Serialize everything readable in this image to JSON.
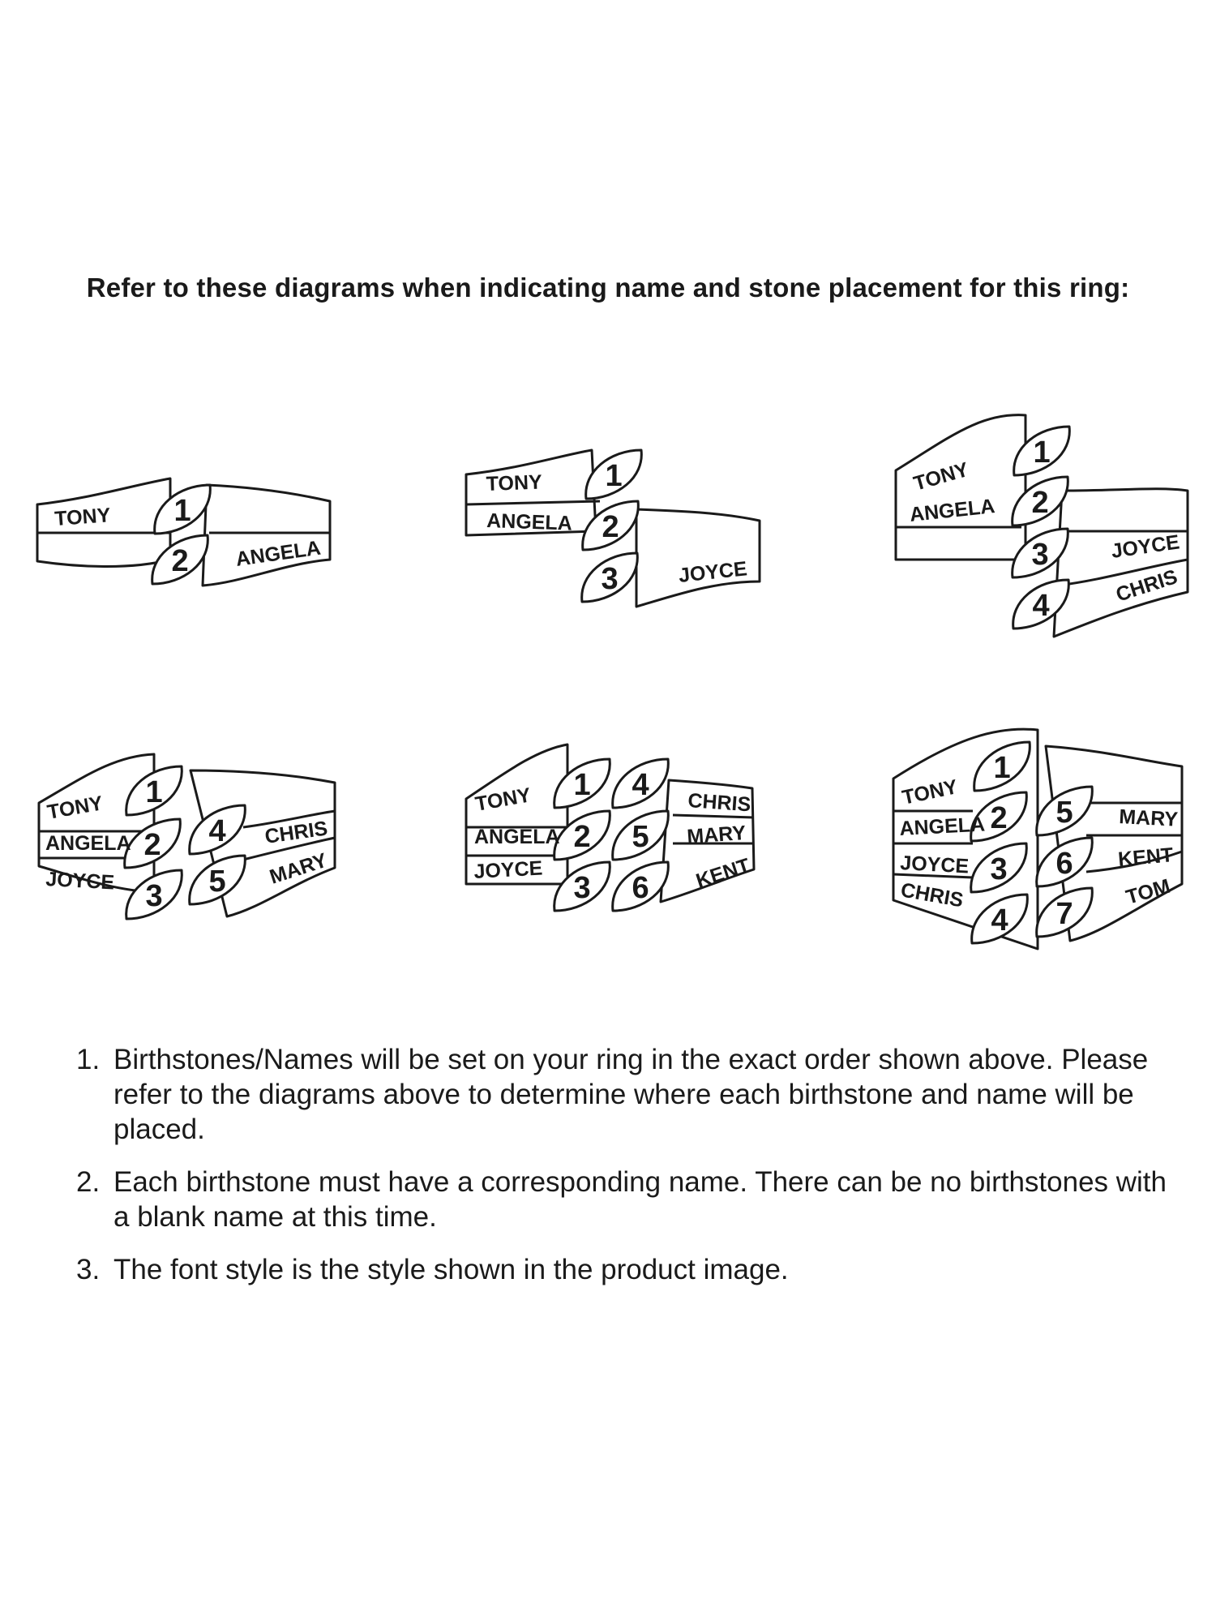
{
  "heading": "Refer to these diagrams when indicating name and stone placement for this ring:",
  "colors": {
    "ink": "#1a1a1a",
    "background": "#ffffff"
  },
  "diagrams": [
    {
      "stones": [
        "1",
        "2"
      ],
      "names": [
        "TONY",
        "ANGELA"
      ]
    },
    {
      "stones": [
        "1",
        "2",
        "3"
      ],
      "names": [
        "TONY",
        "ANGELA",
        "JOYCE"
      ]
    },
    {
      "stones": [
        "1",
        "2",
        "3",
        "4"
      ],
      "names": [
        "TONY",
        "ANGELA",
        "JOYCE",
        "CHRIS"
      ]
    },
    {
      "stones": [
        "1",
        "2",
        "3",
        "4",
        "5"
      ],
      "names": [
        "TONY",
        "ANGELA",
        "JOYCE",
        "CHRIS",
        "MARY"
      ]
    },
    {
      "stones": [
        "1",
        "2",
        "3",
        "4",
        "5",
        "6"
      ],
      "names": [
        "TONY",
        "ANGELA",
        "JOYCE",
        "CHRIS",
        "MARY",
        "KENT"
      ]
    },
    {
      "stones": [
        "1",
        "2",
        "3",
        "4",
        "5",
        "6",
        "7"
      ],
      "names": [
        "TONY",
        "ANGELA",
        "JOYCE",
        "CHRIS",
        "MARY",
        "KENT",
        "TOM"
      ]
    }
  ],
  "instructions": [
    {
      "number": "1.",
      "text": "Birthstones/Names will be set on your ring in the exact order shown above. Please refer to the diagrams above to determine where each birthstone and name will be placed."
    },
    {
      "number": "2.",
      "text": "Each birthstone must have a corresponding name. There can be no birthstones with a blank name at this time."
    },
    {
      "number": "3.",
      "text": "The font style is the style shown in the product image."
    }
  ]
}
